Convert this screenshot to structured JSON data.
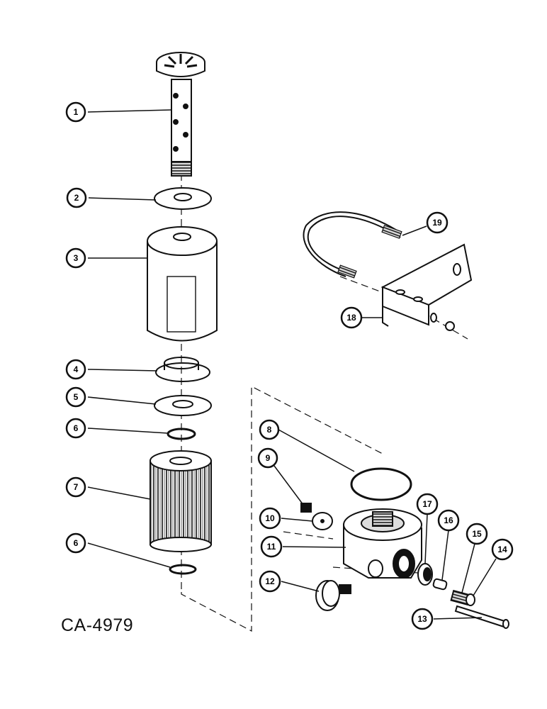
{
  "figure_id": "CA-4979",
  "callouts": [
    {
      "label": "1"
    },
    {
      "label": "2"
    },
    {
      "label": "3"
    },
    {
      "label": "4"
    },
    {
      "label": "5"
    },
    {
      "label": "6"
    },
    {
      "label": "6"
    },
    {
      "label": "7"
    },
    {
      "label": "8"
    },
    {
      "label": "9"
    },
    {
      "label": "10"
    },
    {
      "label": "11"
    },
    {
      "label": "12"
    },
    {
      "label": "13"
    },
    {
      "label": "14"
    },
    {
      "label": "15"
    },
    {
      "label": "16"
    },
    {
      "label": "17"
    },
    {
      "label": "18"
    },
    {
      "label": "19"
    }
  ],
  "colors": {
    "ink": "#111111",
    "paper": "#ffffff",
    "shade": "#bdbdbd"
  }
}
